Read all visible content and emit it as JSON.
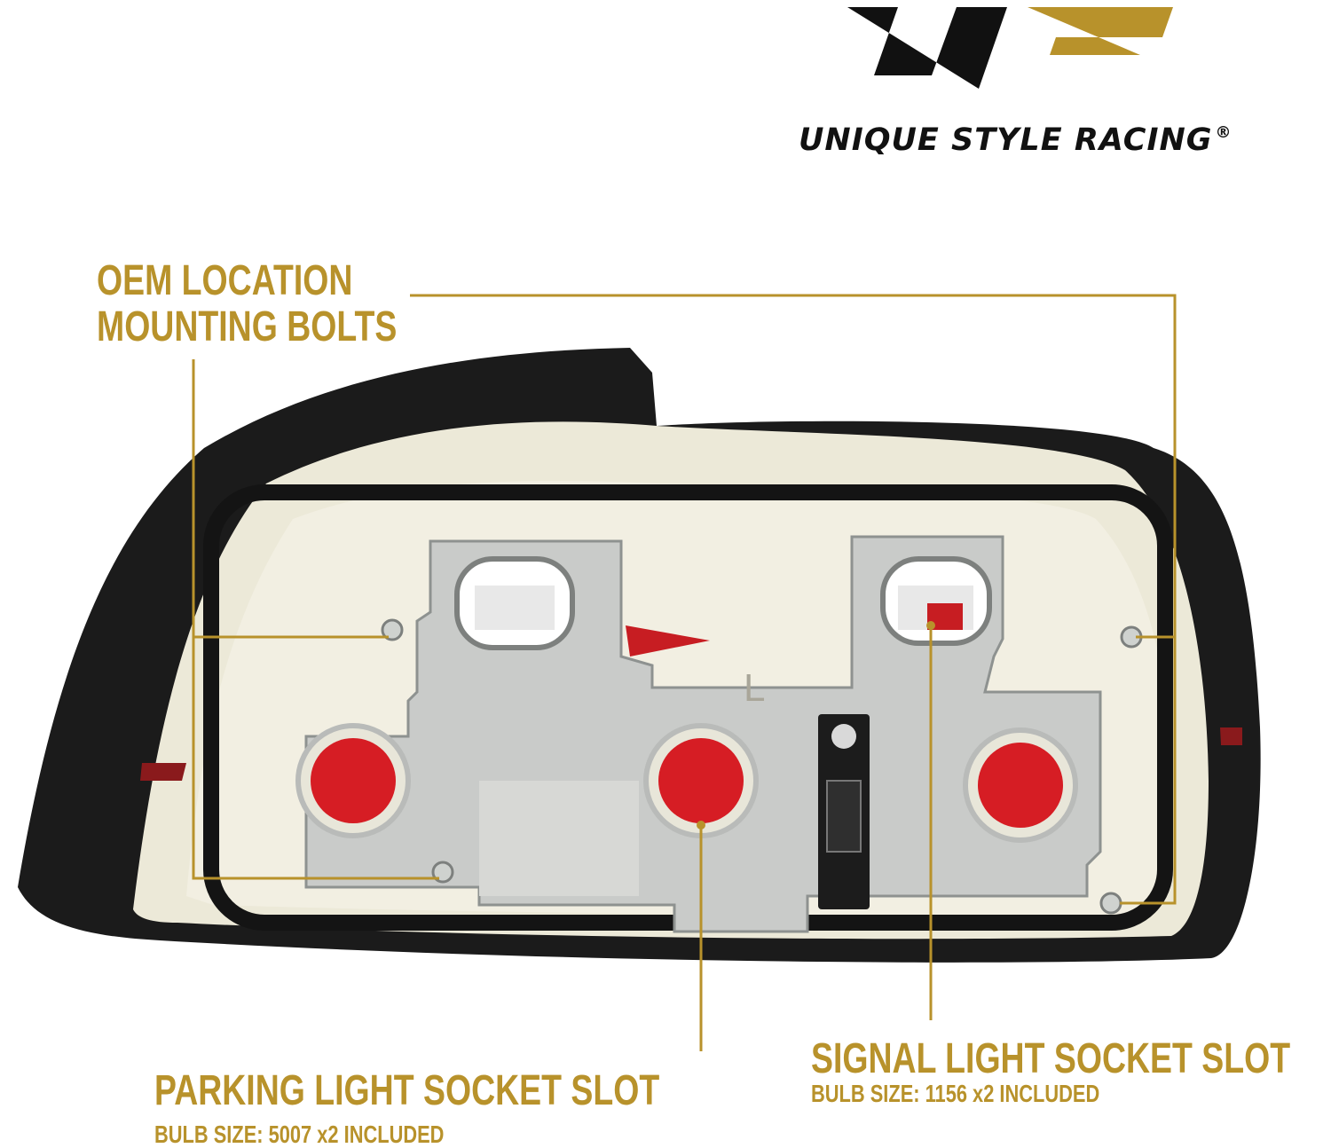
{
  "brand": {
    "logo_letters": "USR",
    "tagline": "UNIQUE STYLE RACING",
    "registered": "®",
    "gold": "#b8922b",
    "black": "#111111"
  },
  "callouts": {
    "oem_line1": "OEM LOCATION",
    "oem_line2": "MOUNTING BOLTS",
    "signal_title": "SIGNAL LIGHT SOCKET SLOT",
    "signal_bulb": "BULB SIZE: 1156 x2 INCLUDED",
    "parking_title": "PARKING LIGHT SOCKET SLOT",
    "parking_bulb": "BULB SIZE: 5007 x2 INCLUDED"
  },
  "product": {
    "housing_letter": "L",
    "lens_color": "#d61d24"
  }
}
